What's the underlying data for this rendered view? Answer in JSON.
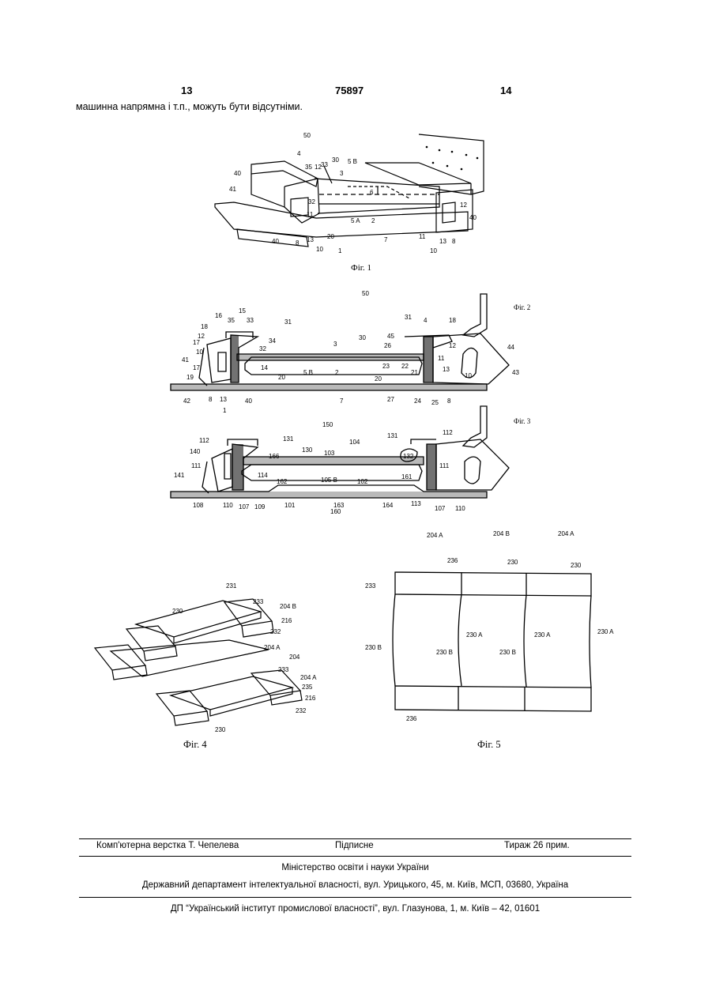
{
  "header": {
    "left_page": "13",
    "patent_number": "75897",
    "right_page": "14"
  },
  "body_text": "машинна напрямна і т.п., можуть бути відсутніми.",
  "figures": {
    "fig1": {
      "caption": "Фіг. 1",
      "labels": [
        "50",
        "4",
        "35",
        "12",
        "33",
        "30",
        "3",
        "5 B",
        "40",
        "6",
        "41",
        "32",
        "12",
        "11",
        "5 A",
        "2",
        "40",
        "40",
        "8",
        "13",
        "20",
        "7",
        "11",
        "13",
        "8",
        "10",
        "1",
        "10"
      ]
    },
    "fig2": {
      "caption": "Фіг. 2",
      "labels": [
        "50",
        "16",
        "35",
        "15",
        "33",
        "31",
        "31",
        "4",
        "18",
        "18",
        "12",
        "34",
        "17",
        "32",
        "3",
        "30",
        "45",
        "26",
        "12",
        "44",
        "10",
        "14",
        "11",
        "41",
        "5 B",
        "2",
        "23",
        "22",
        "13",
        "10",
        "43",
        "17",
        "20",
        "21",
        "19",
        "20",
        "42",
        "8",
        "13",
        "40",
        "7",
        "27",
        "24",
        "25",
        "8",
        "1"
      ]
    },
    "fig3": {
      "caption": "Фіг. 3",
      "labels": [
        "150",
        "104",
        "131",
        "112",
        "131",
        "112",
        "140",
        "166",
        "130",
        "103",
        "132",
        "111",
        "114",
        "105 B",
        "161",
        "111",
        "141",
        "162",
        "102",
        "108",
        "110",
        "107",
        "109",
        "101",
        "163",
        "164",
        "113",
        "107",
        "110",
        "160"
      ]
    },
    "fig4": {
      "caption": "Фіг. 4",
      "labels": [
        "231",
        "233",
        "204 B",
        "230",
        "216",
        "232",
        "204 A",
        "204",
        "233",
        "204 A",
        "235",
        "216",
        "232",
        "230"
      ]
    },
    "fig5": {
      "caption": "Фіг. 5",
      "labels": [
        "204 A",
        "204 B",
        "204 A",
        "236",
        "230",
        "230",
        "233",
        "230 B",
        "230 A",
        "230 A",
        "230 A",
        "230 B",
        "230 B",
        "236"
      ]
    }
  },
  "footer": {
    "typesetter": "Комп'ютерна верстка Т. Чепелева",
    "signed": "Підписне",
    "print_run": "Тираж 26 прим.",
    "ministry": "Міністерство освіти і науки України",
    "department": "Державний департамент інтелектуальної власності, вул. Урицького, 45, м. Київ, МСП, 03680, Україна",
    "institute": "ДП “Український інститут промислової власності”, вул. Глазунова, 1, м. Київ – 42, 01601"
  }
}
